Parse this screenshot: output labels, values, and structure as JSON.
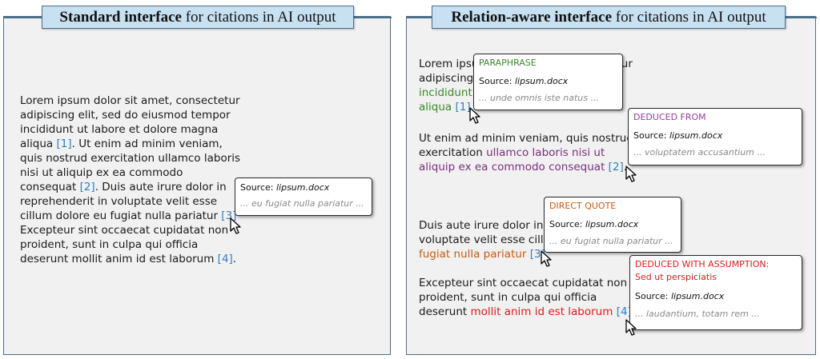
{
  "left_panel": {
    "title_bold": "Standard interface",
    "title_rest": " for citations in AI output",
    "lines": [
      "Lorem ipsum dolor sit amet, consectetur",
      "adipiscing elit, sed do eiusmod tempor",
      "incididunt ut labore et dolore magna",
      "aliqua",
      "[1]",
      ". Ut enim ad minim veniam,",
      "quis nostrud exercitation ullamco laboris",
      "nisi ut aliquip ex ea commodo",
      "consequat",
      "[2]",
      ". Duis aute irure dolor in",
      "reprehenderit in voluptate velit esse",
      "cillum dolore eu fugiat nulla pariatur",
      "[3]",
      "Excepteur sint occaecat cupidatat non",
      "proident, sunt in culpa qui officia",
      "deserunt mollit anim id est laborum",
      "[4]",
      "."
    ],
    "tooltip": {
      "source_label": "Source: ",
      "source_file": "lipsum.docx",
      "excerpt": "... eu fugiat nulla pariatur ..."
    }
  },
  "right_panel": {
    "title_bold": "Relation-aware interface",
    "title_rest": " for citations in AI output",
    "para1": {
      "l1": "Lorem ipsu",
      "l1b": "tur",
      "l2": "adipiscing",
      "l2b": "r",
      "l3": "incididunt",
      "l4": "aliqua",
      "cite": "[1]"
    },
    "para2": {
      "l1": "Ut enim ad minim veniam, quis nostrud",
      "l2a": "exercitation ",
      "l2b": "ullamco laboris nisi ut",
      "l3": "aliquip ex ea commodo consequat",
      "cite": "[2]",
      "end": "."
    },
    "para3": {
      "l1": "Duis aute irure dolor in",
      "l2": "voluptate velit esse cillu",
      "l3": "fugiat nulla pariatur",
      "cite": "[3]"
    },
    "para4": {
      "l1": "Excepteur sint occaecat cupidatat non",
      "l2": "proident, sunt in culpa qui officia",
      "l3a": "deserunt ",
      "l3b": "mollit anim id est laborum",
      "cite": "[4]",
      "end": "."
    },
    "tooltips": [
      {
        "label": "PARAPHRASE",
        "label2": "",
        "source_label": "Source: ",
        "source_file": "lipsum.docx",
        "excerpt": "... unde omnis iste natus ...",
        "color": "#3b8a2c"
      },
      {
        "label": "DEDUCED FROM",
        "label2": "",
        "source_label": "Source: ",
        "source_file": "lipsum.docx",
        "excerpt": "... voluptatem accusantium ...",
        "color": "#9b3ba0"
      },
      {
        "label": "DIRECT QUOTE",
        "label2": "",
        "source_label": "Source: ",
        "source_file": "lipsum.docx",
        "excerpt": "... eu fugiat nulla pariatur ...",
        "color": "#c55b16"
      },
      {
        "label": "DEDUCED WITH ASSUMPTION:",
        "label2": "Sed ut perspiciatis",
        "source_label": "Source: ",
        "source_file": "lipsum.docx",
        "excerpt": "... laudantium, totam rem ...",
        "color": "#e01b1b"
      }
    ]
  },
  "colors": {
    "panel_border": "#4a6f8c",
    "title_bg": "#c8e1f2",
    "citation": "#2f7fc1",
    "paraphrase": "#3b8a2c",
    "deduced": "#7b2f7d",
    "quote": "#c55b16",
    "assumption": "#e01b1b"
  },
  "icons": [
    "mouse-pointer-icon"
  ]
}
